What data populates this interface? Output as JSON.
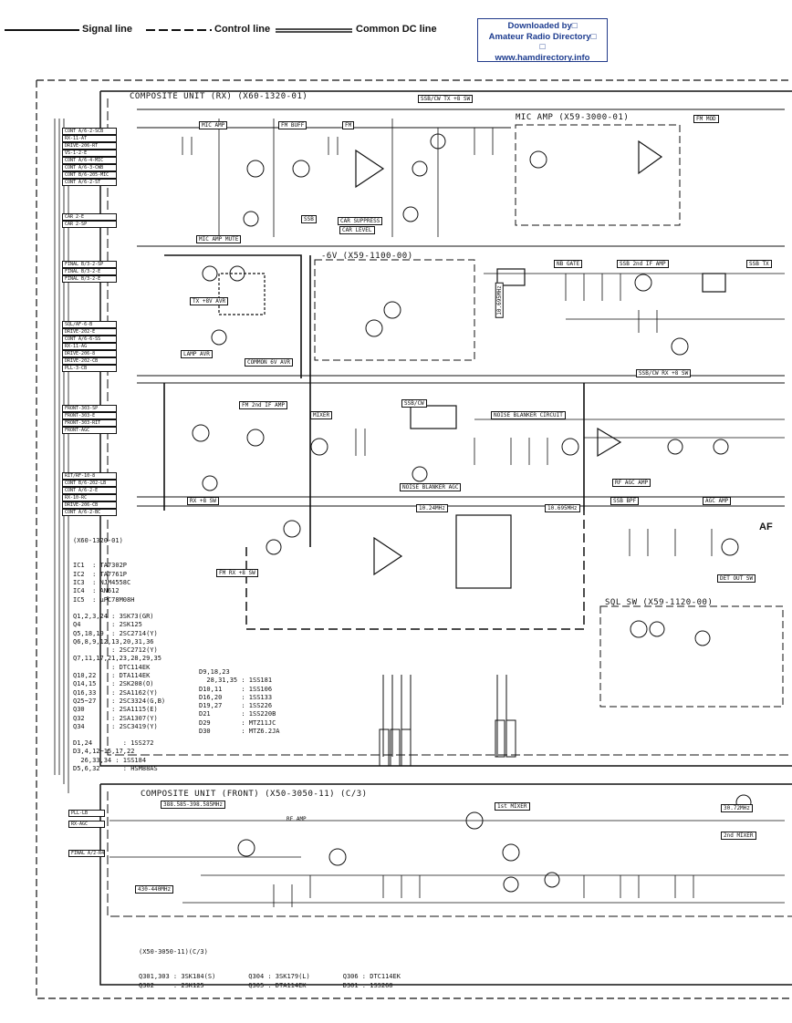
{
  "legend": {
    "signal_line": "Signal line",
    "control_line": "Control line",
    "common_dc_line": "Common DC line"
  },
  "watermark": {
    "line1": "Downloaded by□",
    "line2": "Amateur Radio Directory□",
    "line3": "□",
    "line4": "www.hamdirectory.info"
  },
  "units": {
    "rx": "COMPOSITE UNIT (RX) (X60-1320-01)",
    "mic_amp": "MIC AMP (X59-3000-01)",
    "neg6v": "-6V (X59-1100-00)",
    "sql_sw": "SQL SW (X59-1120-00)",
    "front": "COMPOSITE UNIT (FRONT) (X50-3050-11) (C/3)"
  },
  "blocks": {
    "mic_amp": "MIC AMP",
    "fm_buff": "FM BUFF",
    "fm": "FM",
    "ssb": "SSB",
    "mic_amp_mute": "MIC AMP MUTE",
    "car_suppress": "CAR SUPPRESS",
    "car_level": "CAR LEVEL",
    "ssb_cw_tx": "SSB/CW TX +8 SW",
    "fm_mod": "FM MOD",
    "nb_gate": "NB GATE",
    "ssb_2nd_if": "SSB 2nd IF AMP",
    "ssb_tx": "SSB TX",
    "tx_avr": "TX +8V AVR",
    "lamp_avr": "LAMP AVR",
    "common_avr": "COMMON 6V AVR",
    "fm_2nd_if": "FM 2nd IF AMP",
    "mixer": "MIXER",
    "ssb_cw": "SSB/CW",
    "nb_circuit": "NOISE BLANKER CIRCUIT",
    "nb_agc": "NOISE BLANKER AGC",
    "rf_agc": "RF AGC AMP",
    "agc_amp": "AGC AMP",
    "rx_sw": "RX +8 SW",
    "fm_rx_sw": "FM RX +8 SW",
    "ssb_cw_rx": "SSB/CW RX +8 SW",
    "det_out": "DET OUT SW",
    "f1024": "10.24MHz",
    "f10695": "10.695MHz",
    "f10695b": "10.695MHz",
    "ssb_bpf": "SSB BPF",
    "af": "AF",
    "band1": "388.585-398.585MHz",
    "band2": "430-440MHz",
    "rf_amp": "RF AMP",
    "mix1": "1st MIXER",
    "mix2": "2nd MIXER",
    "f3072": "30.72MHz"
  },
  "connectors_left": [
    "CONT A/6-2-SCB",
    "RX-11-AT",
    "DRIVE-206-RT",
    "VS-1-2-E",
    "CONT A/6-4-MIC",
    "CONT A/6-3-CWB",
    "CONT B/6-205-MIC",
    "CONT A/6-2-ST",
    "CAR 2-E",
    "CAR 2-SP",
    "FINAL B/3-2-SP",
    "FINAL B/3-2-E",
    "FINAL B/3-2-E",
    "SQL/AF-6-B",
    "DRIVE-202-E",
    "CONT A/6-6-SS",
    "RX-11-AG",
    "DRIVE-206-8",
    "DRIVE-202-CB",
    "PLL-3-CB",
    "FRONT-303-SP",
    "FRONT-303-E",
    "FRONT-303-RIT",
    "FRONT-AGC",
    "RIT/RF-10-8",
    "CONT B/6-202-LB",
    "CONT A/6-2-E",
    "RX-10-RC",
    "DRIVE-206-CB",
    "CONT A/6-2-BC"
  ],
  "connectors_front": [
    "PLL-LB",
    "RX-AGC",
    "FINAL A/2-R4"
  ],
  "parts_rx": {
    "header": "(X60-1320-01)",
    "lines": [
      "IC1  : TA7302P",
      "IC2  : TA7761P",
      "IC3  : NJM4558C",
      "IC4  : AN612",
      "IC5  : µPC78M08H",
      "",
      "Q1,2,3,24 : 3SK73(GR)",
      "Q4        : 2SK125",
      "Q5,18,19  : 2SC2714(Y)",
      "Q6,8,9,12,13,20,31,36",
      "          : 2SC2712(Y)",
      "Q7,11,17,21,23,28,29,35",
      "          : DTC114EK",
      "Q10,22    : DTA114EK",
      "Q14,15    : 2SK208(O)",
      "Q16,33    : 2SA1162(Y)",
      "Q25~27    : 2SC3324(G,B)",
      "Q30       : 2SA1115(E)",
      "Q32       : 2SA1307(Y)",
      "Q34       : 2SC3419(Y)",
      "",
      "D1,24        : 1SS272",
      "D3,4,12~15,17,22",
      "  26,33,34 : 1SS184",
      "D5,6,32      : HSM88AS"
    ],
    "diodes": [
      "D9,18,23",
      "  28,31,35 : 1SS181",
      "D10,11     : 1SS106",
      "D16,20     : 1SS133",
      "D19,27     : 1SS226",
      "D21        : 1SS220B",
      "D29        : MTZ11JC",
      "D30        : MTZ6.2JA"
    ]
  },
  "parts_front": {
    "header": "(X50-3050-11)(C/3)",
    "col1": [
      "Q301,303 : 3SK184(S)",
      "Q302     : 2SK125"
    ],
    "col2": [
      "Q304 : 3SK179(L)",
      "Q305 : DTA114EK"
    ],
    "col3": [
      "Q306 : DTC114EK",
      "D301 : 1SS268"
    ]
  },
  "colors": {
    "ink": "#111111",
    "watermark": "#1d3c8f"
  }
}
